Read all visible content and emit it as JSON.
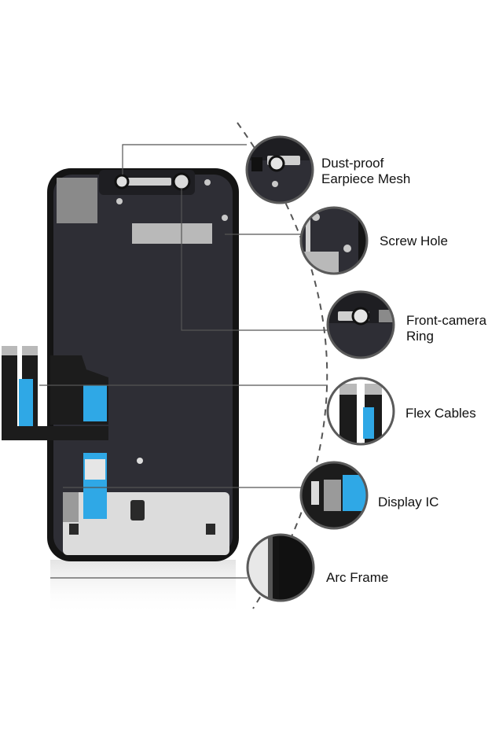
{
  "callouts": [
    {
      "id": "earpiece-mesh",
      "lines": [
        "Dust-proof",
        "Earpiece Mesh"
      ]
    },
    {
      "id": "screw-hole",
      "lines": [
        "Screw Hole"
      ]
    },
    {
      "id": "front-camera-ring",
      "lines": [
        "Front-camera",
        "Ring"
      ]
    },
    {
      "id": "flex-cables",
      "lines": [
        "Flex Cables"
      ]
    },
    {
      "id": "display-ic",
      "lines": [
        "Display IC"
      ]
    },
    {
      "id": "arc-frame",
      "lines": [
        "Arc Frame"
      ]
    }
  ],
  "colors": {
    "frame": "#141414",
    "panel": "#2e2e35",
    "shield": "#dcdcdc",
    "flex": "#1c1c1c",
    "ic_blue": "#2fa8e6",
    "callout_line": "#555555",
    "zoom_ring": "#5a5a5a"
  }
}
